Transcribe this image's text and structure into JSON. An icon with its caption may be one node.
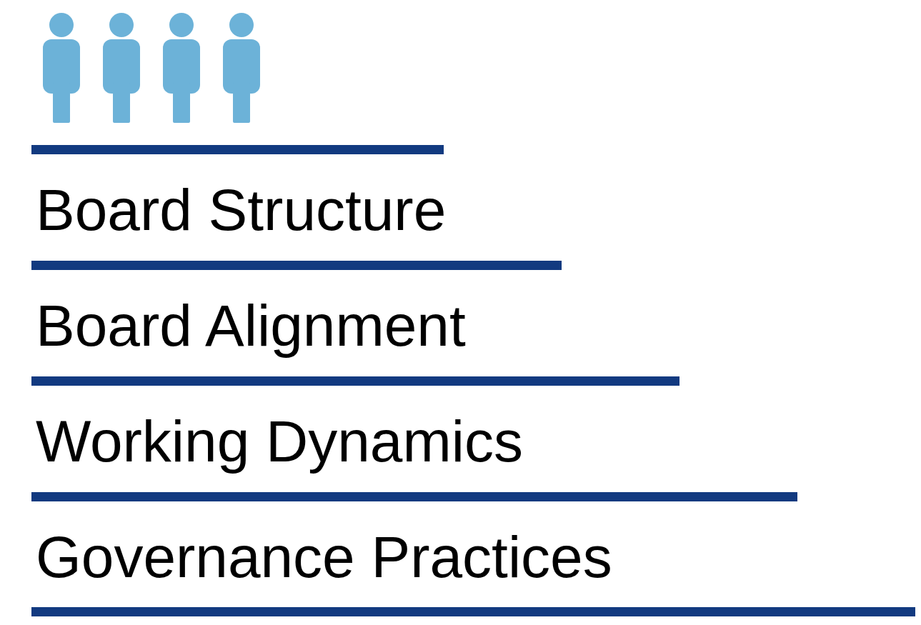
{
  "diagram": {
    "labels": [
      "Board Structure",
      "Board Alignment",
      "Working Dynamics",
      "Governance Practices"
    ]
  }
}
